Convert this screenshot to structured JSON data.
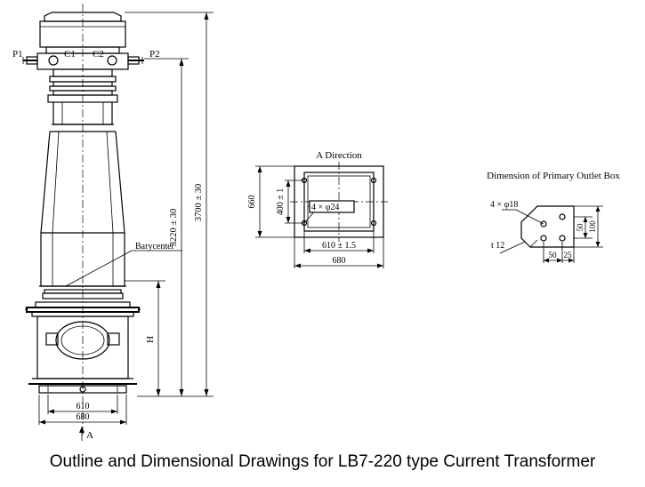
{
  "caption": "Outline and Dimensional Drawings for LB7-220 type Current Transformer",
  "main_view": {
    "terminals": [
      "P1",
      "C1",
      "C2",
      "P2"
    ],
    "dim_3220": "3220 ± 30",
    "dim_3700": "3700 ± 30",
    "barycenter": "Barycenter",
    "dim_h": "H",
    "base_inner": "610",
    "base_outer": "680",
    "view_arrow": "A"
  },
  "a_direction": {
    "title": "A Direction",
    "dim_660": "660",
    "dim_400": "400 ± 1",
    "holes": "4 × φ24",
    "dim_610": "610 ± 1.5",
    "dim_680": "680"
  },
  "outlet_box": {
    "title": "Dimension of Primary Outlet Box",
    "holes": "4 × φ18",
    "thickness": "t 12",
    "dim_50v": "50",
    "dim_100": "100",
    "dim_50h": "50",
    "dim_25": "25"
  }
}
